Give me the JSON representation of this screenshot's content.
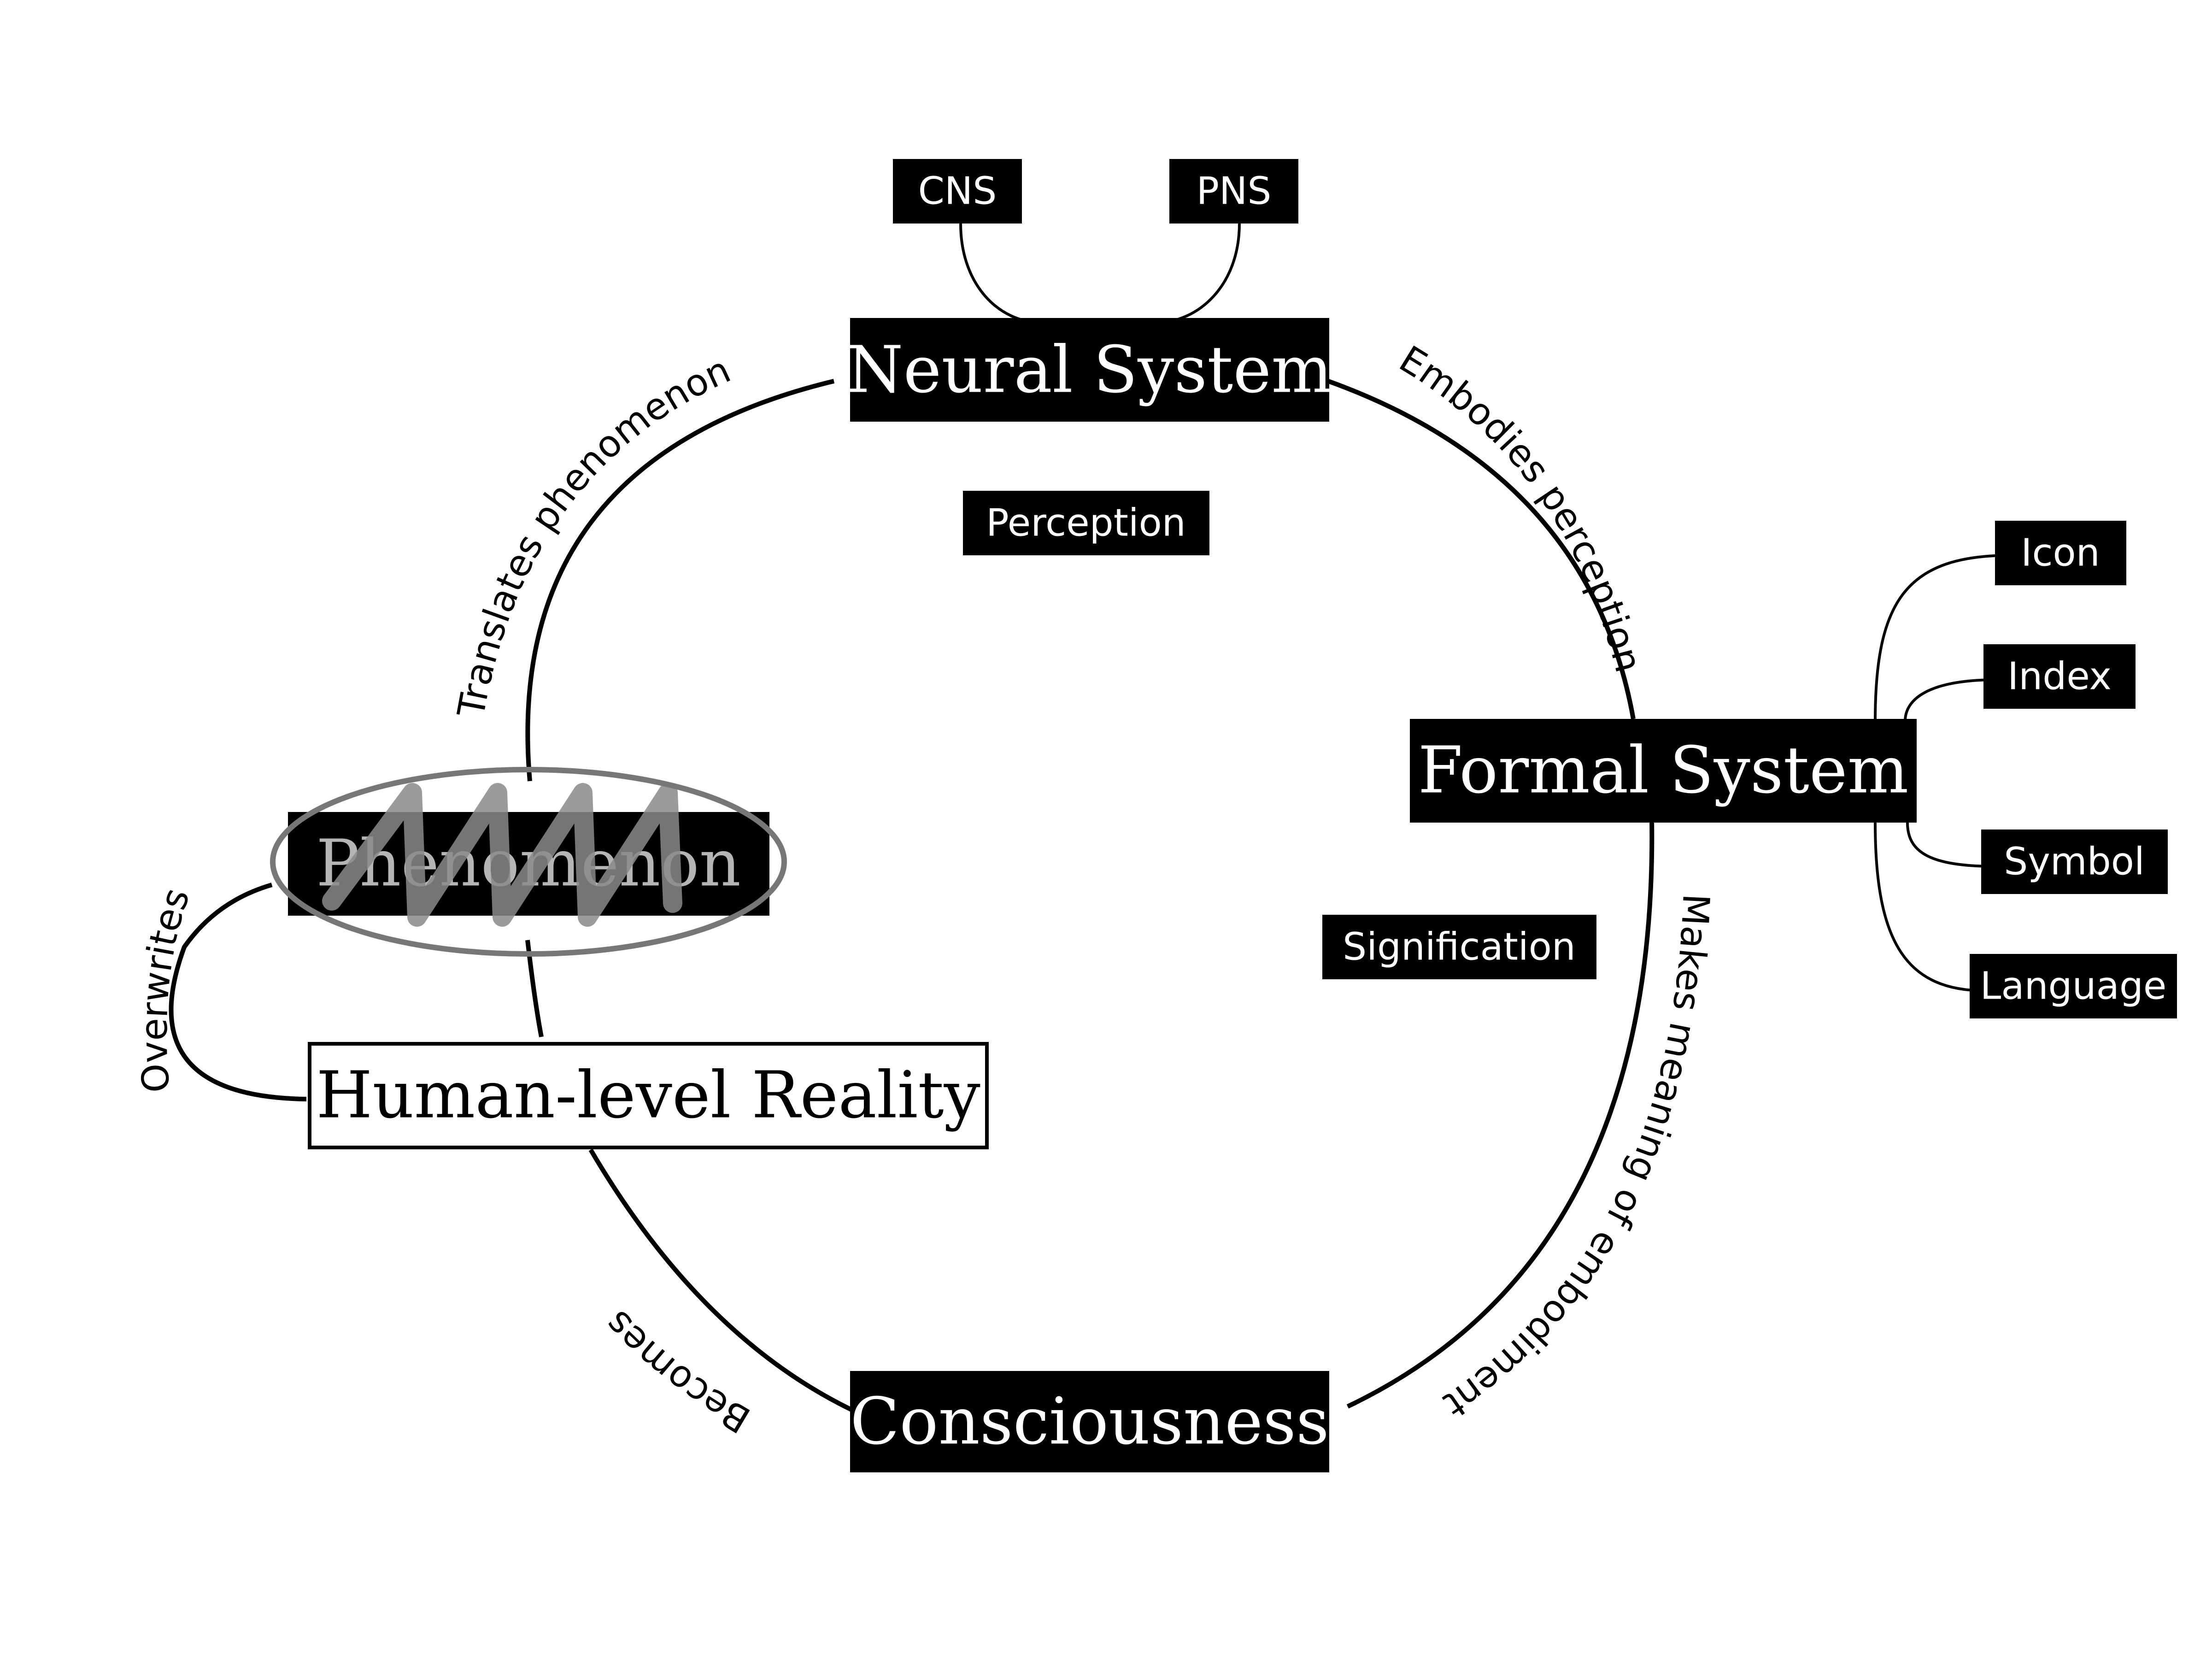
{
  "colors": {
    "background": "#ffffff",
    "node_fill": "#000000",
    "node_text": "#ffffff",
    "line": "#000000",
    "strike_ellipse": "#777777",
    "scribble": "#8a8a8a",
    "faded_text": "#b5b5b5"
  },
  "nodes": {
    "neural_system": "Neural System",
    "formal_system": "Formal System",
    "consciousness": "Consciousness",
    "human_level_reality": "Human-level Reality",
    "phenomenon": "Phenomenon"
  },
  "sub_nodes": {
    "cns": "CNS",
    "pns": "PNS",
    "icon": "Icon",
    "index": "Index",
    "symbol": "Symbol",
    "language": "Language"
  },
  "region_labels": {
    "perception": "Perception",
    "signification": "Signification"
  },
  "edges": {
    "translates": "Translates phenomenon",
    "embodies": "Embodies perception",
    "makes_meaning": "Makes meaning of embodiment",
    "becomes": "Becomes",
    "overwrites": "Overwrites"
  }
}
